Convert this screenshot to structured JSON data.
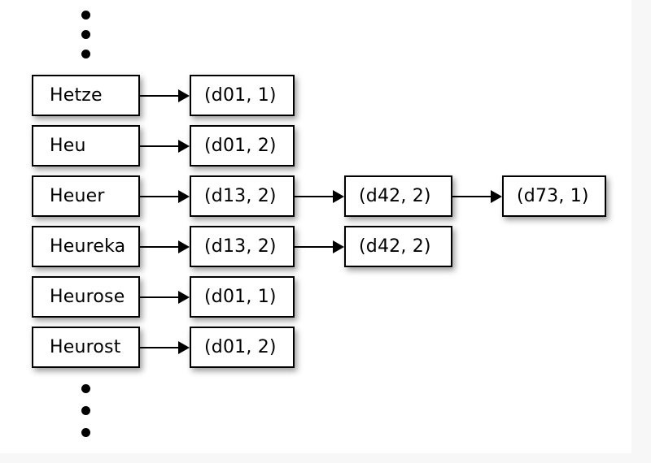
{
  "diagram": {
    "type": "hash-index-chain-diagram",
    "canvas": {
      "background": "#ffffff",
      "page_background": "#f7f7f7"
    },
    "ellipsis_top": {
      "name": "vertical-ellipsis-top",
      "dots": 3
    },
    "ellipsis_bottom": {
      "name": "vertical-ellipsis-bottom",
      "dots": 3
    },
    "columns": [
      {
        "id": "terms",
        "label": "term-column"
      },
      {
        "id": "postings-1",
        "label": "posting-column-1"
      },
      {
        "id": "postings-2",
        "label": "posting-column-2"
      },
      {
        "id": "postings-3",
        "label": "posting-column-3"
      }
    ],
    "rows": [
      {
        "term": "Hetze",
        "postings": [
          "(d01, 1)"
        ]
      },
      {
        "term": "Heu",
        "postings": [
          "(d01, 2)"
        ]
      },
      {
        "term": "Heuer",
        "postings": [
          "(d13, 2)",
          "(d42, 2)",
          "(d73, 1)"
        ]
      },
      {
        "term": "Heureka",
        "postings": [
          "(d13, 2)",
          "(d42, 2)"
        ]
      },
      {
        "term": "Heurose",
        "postings": [
          "(d01, 1)"
        ]
      },
      {
        "term": "Heurost",
        "postings": [
          "(d01, 2)"
        ]
      }
    ]
  }
}
